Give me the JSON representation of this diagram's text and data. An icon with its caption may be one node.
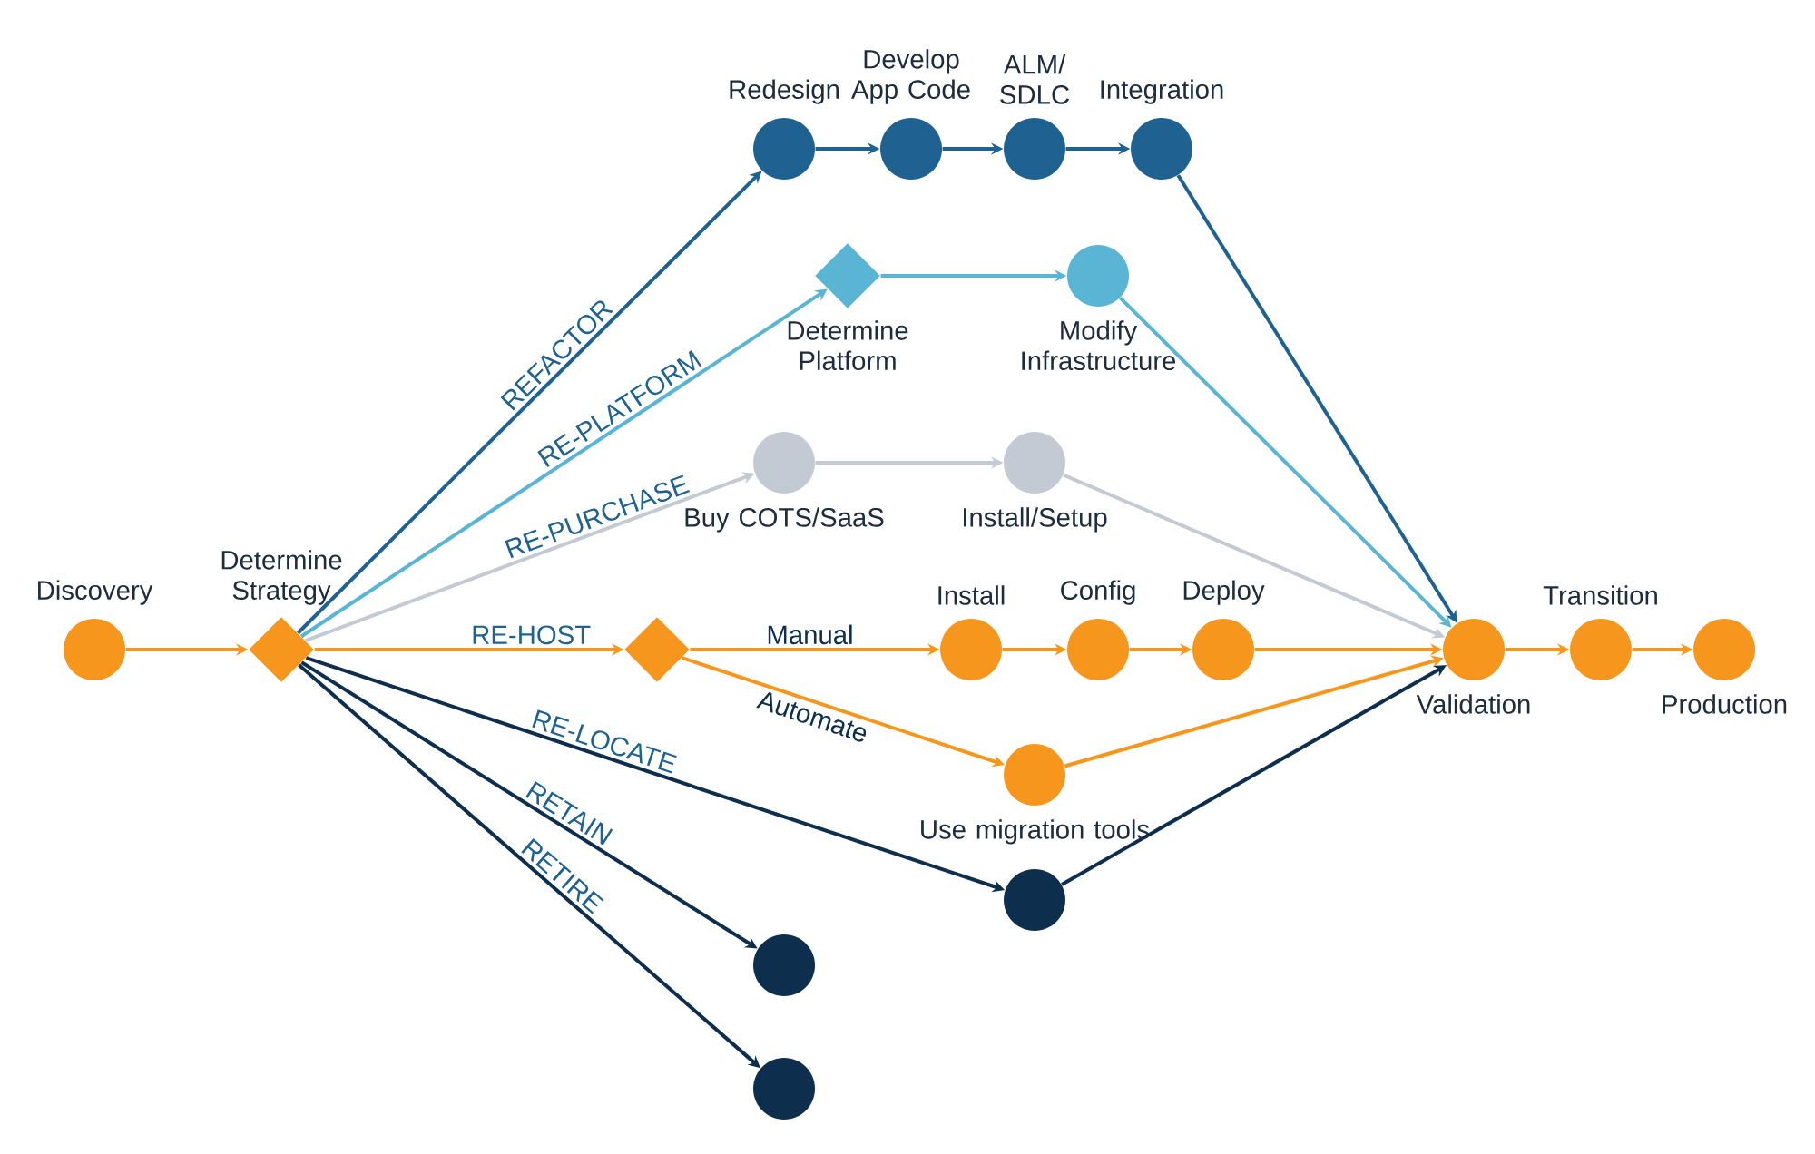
{
  "diagram": {
    "nodes": [
      {
        "text": [
          "Discovery"
        ]
      },
      {
        "text": [
          "Determine Strategy"
        ]
      },
      {
        "text": [
          "Redesign"
        ]
      },
      {
        "text": [
          "Develop App Code"
        ]
      },
      {
        "text": [
          "ALM/ SDLC"
        ]
      },
      {
        "text": [
          "Integration"
        ]
      },
      {
        "text": [
          "Determine Platform"
        ]
      },
      {
        "text": [
          "Modify Infrastructure"
        ]
      },
      {
        "text": [
          "Buy COTS/SaaS"
        ]
      },
      {
        "text": [
          "Install/Setup"
        ]
      },
      {
        "text": [],
        "shape": "diamond"
      },
      {
        "text": [
          "Install"
        ]
      },
      {
        "text": [
          "Config"
        ]
      },
      {
        "text": [
          "Deploy"
        ]
      },
      {
        "text": [
          "Use migration tools"
        ]
      },
      {
        "text": [],
        "shape": "circle"
      },
      {
        "text": [
          "Validation"
        ]
      },
      {
        "text": [
          "Transition"
        ]
      },
      {
        "text": [
          "Production"
        ]
      },
      {
        "text": [],
        "shape": "circle"
      },
      {
        "text": [],
        "shape": "circle"
      }
    ],
    "edges": [
      {
        "from": 0,
        "to": 1,
        "arrow": "to",
        "color": "#f7961d"
      },
      {
        "from": 1,
        "to": 2,
        "arrow": "to",
        "label": "REFACTOR",
        "color": "#1f6291"
      },
      {
        "from": 2,
        "to": 3,
        "arrow": "to",
        "color": "#1f6291"
      },
      {
        "from": 3,
        "to": 4,
        "arrow": "to",
        "color": "#1f6291"
      },
      {
        "from": 4,
        "to": 5,
        "arrow": "to",
        "color": "#1f6291"
      },
      {
        "from": 5,
        "to": 16,
        "arrow": "to",
        "color": "#1f6291"
      },
      {
        "from": 1,
        "to": 6,
        "arrow": "to",
        "label": "RE-PLATFORM",
        "color": "#5ab4d4"
      },
      {
        "from": 6,
        "to": 7,
        "arrow": "to",
        "color": "#5ab4d4"
      },
      {
        "from": 7,
        "to": 16,
        "arrow": "to",
        "color": "#5ab4d4"
      },
      {
        "from": 1,
        "to": 8,
        "arrow": "to",
        "label": "RE-PURCHASE",
        "color": "#c4cad3"
      },
      {
        "from": 8,
        "to": 9,
        "arrow": "to",
        "color": "#c4cad3"
      },
      {
        "from": 9,
        "to": 16,
        "arrow": "to",
        "color": "#c4cad3"
      },
      {
        "from": 1,
        "to": 10,
        "arrow": "to",
        "label": "RE-HOST",
        "color": "#f7961d"
      },
      {
        "from": 10,
        "to": 11,
        "arrow": "to",
        "label": "Manual",
        "color": "#f7961d"
      },
      {
        "from": 11,
        "to": 12,
        "arrow": "to",
        "color": "#f7961d"
      },
      {
        "from": 12,
        "to": 13,
        "arrow": "to",
        "color": "#f7961d"
      },
      {
        "from": 13,
        "to": 16,
        "arrow": "to",
        "color": "#f7961d"
      },
      {
        "from": 10,
        "to": 14,
        "arrow": "to",
        "label": "Automate",
        "color": "#f7961d"
      },
      {
        "from": 14,
        "to": 16,
        "arrow": "to",
        "color": "#f7961d"
      },
      {
        "from": 1,
        "to": 15,
        "arrow": "to",
        "label": "RE-LOCATE",
        "color": "#0d2e4d"
      },
      {
        "from": 15,
        "to": 16,
        "arrow": "to",
        "color": "#0d2e4d"
      },
      {
        "from": 1,
        "to": 19,
        "arrow": "to",
        "label": "RETAIN",
        "color": "#0d2e4d"
      },
      {
        "from": 1,
        "to": 20,
        "arrow": "to",
        "label": "RETIRE",
        "color": "#0d2e4d"
      },
      {
        "from": 16,
        "to": 17,
        "arrow": "to",
        "color": "#f7961d"
      },
      {
        "from": 17,
        "to": 18,
        "arrow": "to",
        "color": "#f7961d"
      }
    ]
  }
}
